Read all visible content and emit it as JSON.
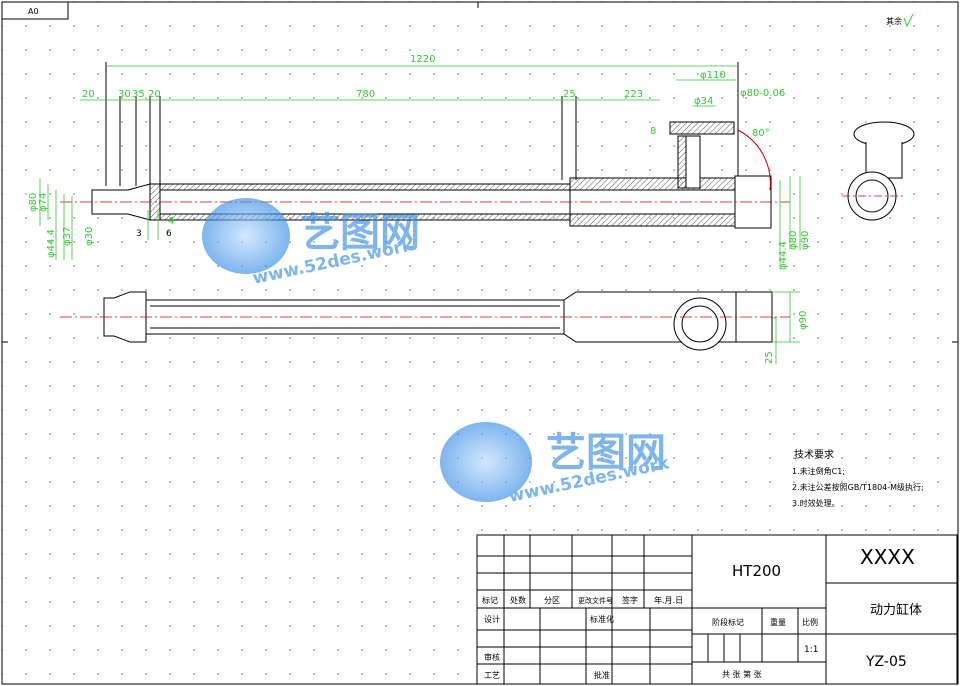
{
  "sheet": {
    "size_label": "A0"
  },
  "surface": {
    "label": "其余"
  },
  "dimensions": {
    "overall": "1220",
    "d20a": "20",
    "d30": "30",
    "d35": "35",
    "d20b": "20",
    "d780": "780",
    "d25": "25",
    "d223": "223",
    "phi110": "φ110",
    "phi80tol": "φ80-0.06",
    "phi34": "φ34",
    "d8": "8",
    "angle80": "80°",
    "phi80": "φ80",
    "phi74": "φ74",
    "phi44a": "φ44.4",
    "phi37": "φ37",
    "phi30": "φ30",
    "d3": "3",
    "d6": "6",
    "d4": "4",
    "phi44b": "φ44.4",
    "phi80r": "φ80",
    "phi90r": "φ90",
    "phi90b": "φ90",
    "d25b": "25"
  },
  "watermark": {
    "brand": "艺图网",
    "url": "www.52des.work"
  },
  "tech_requirements": {
    "title": "技术要求",
    "items": [
      "1.未注倒角C1;",
      "2.未注公差按照GB/T1804-M级执行;",
      "3.时效处理。"
    ]
  },
  "title_block": {
    "material": "HT200",
    "code_placeholder": "XXXX",
    "part_name": "动力缸体",
    "drawing_number": "YZ-05",
    "scale": "1:1",
    "headers": [
      "标记",
      "处数",
      "分区",
      "更改文件号",
      "签字",
      "年.月.日"
    ],
    "row_design": "设计",
    "row_standard": "标准化",
    "row_review": "审核",
    "row_process": "工艺",
    "row_approve": "批准",
    "stage_mark": "阶段标记",
    "weight": "重量",
    "scale_label": "比例",
    "sheets": "共  张  第  张"
  }
}
